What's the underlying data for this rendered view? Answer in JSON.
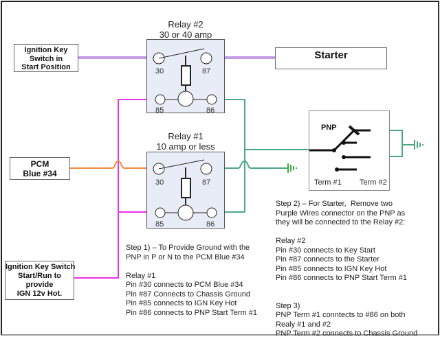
{
  "colors": {
    "purple_wire": "#c39be8",
    "magenta_wire": "#e833e8",
    "orange_wire": "#f08a3a",
    "green_wire": "#4aa884",
    "ground_symbol": "#3fae3f",
    "relay_fill": "#e8ecf6"
  },
  "boxes": {
    "ign_start": "Ignition Key\nSwitch in\nStart Position",
    "starter": "Starter",
    "pcm": "PCM\nBlue #34",
    "ign_run": "Ignition Key Switch\nStart/Run to\nprovide\nIGN 12v Hot."
  },
  "relay2": {
    "title": "Relay #2",
    "rating": "30 or 40 amp",
    "pins": {
      "p30": "30",
      "p87": "87",
      "p85": "85",
      "p86": "86"
    }
  },
  "relay1": {
    "title": "Relay #1",
    "rating": "10 amp or less",
    "pins": {
      "p30": "30",
      "p87": "87",
      "p85": "85",
      "p86": "86"
    }
  },
  "pnp": {
    "title": "PNP",
    "term1": "Term #1",
    "term2": "Term #2"
  },
  "notes": {
    "step1": "Step 1) – To Provide Ground with the\nPNP in P or N to the PCM Blue #34\n\nRelay #1\nPin #30 connects to PCM Blue #34\nPin #87 Connects to Chassis Ground\nPin #85 connects to IGN Key Hot\nPin #86 connects to PNP Start Term #1",
    "step2": "Step 2) – For Starter,  Remove two\nPurple Wires connector on the PNP as\nthey will be connected to the Relay #2:\n\nRelay #2\nPin #30 connects to Key Start\nPin #87 connects to the Starter\nPin #85 connects to IGN Key Hot\nPin #86 connects to PNP Start Term #1\n\n\nStep 3)\nPNP Term #1 conntects to #86 on both\nRealy #1 and #2\nPNP Term #2 connects to Chassis Ground"
  }
}
